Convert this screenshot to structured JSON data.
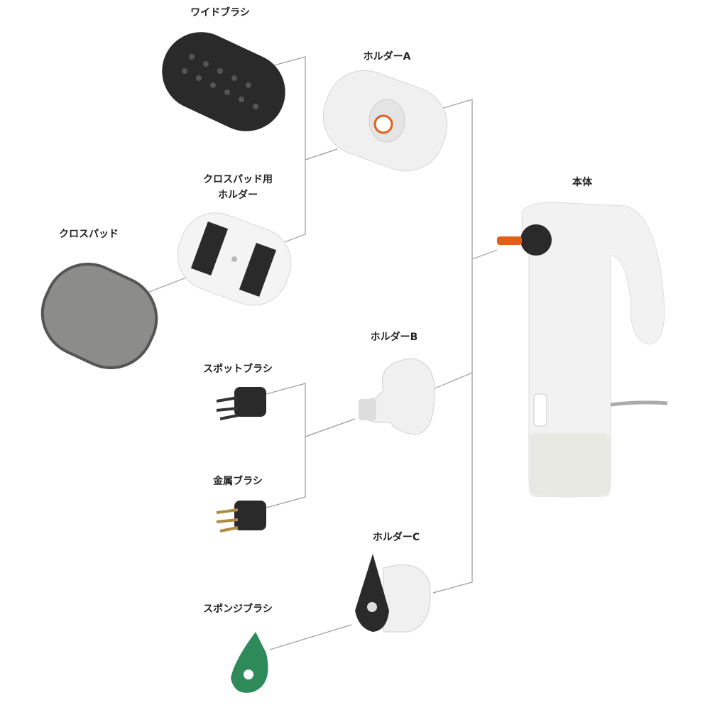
{
  "labels": {
    "wide_brush": "ワイドブラシ",
    "holder_a": "ホルダーA",
    "cross_pad_holder_line1": "クロスパッド用",
    "cross_pad_holder_line2": "ホルダー",
    "cross_pad": "クロスパッド",
    "main_body": "本体",
    "holder_b": "ホルダーB",
    "spot_brush": "スポットブラシ",
    "metal_brush": "金属ブラシ",
    "holder_c": "ホルダーC",
    "sponge_brush": "スポンジブラシ"
  },
  "colors": {
    "line": "#9a9a9a",
    "part_white": "#f2f2f2",
    "brush_black": "#2a2a2a",
    "pad_gray": "#8c8c8a",
    "sponge_green": "#2f8a5a",
    "accent_orange": "#e0601a",
    "brass": "#b08a40"
  }
}
